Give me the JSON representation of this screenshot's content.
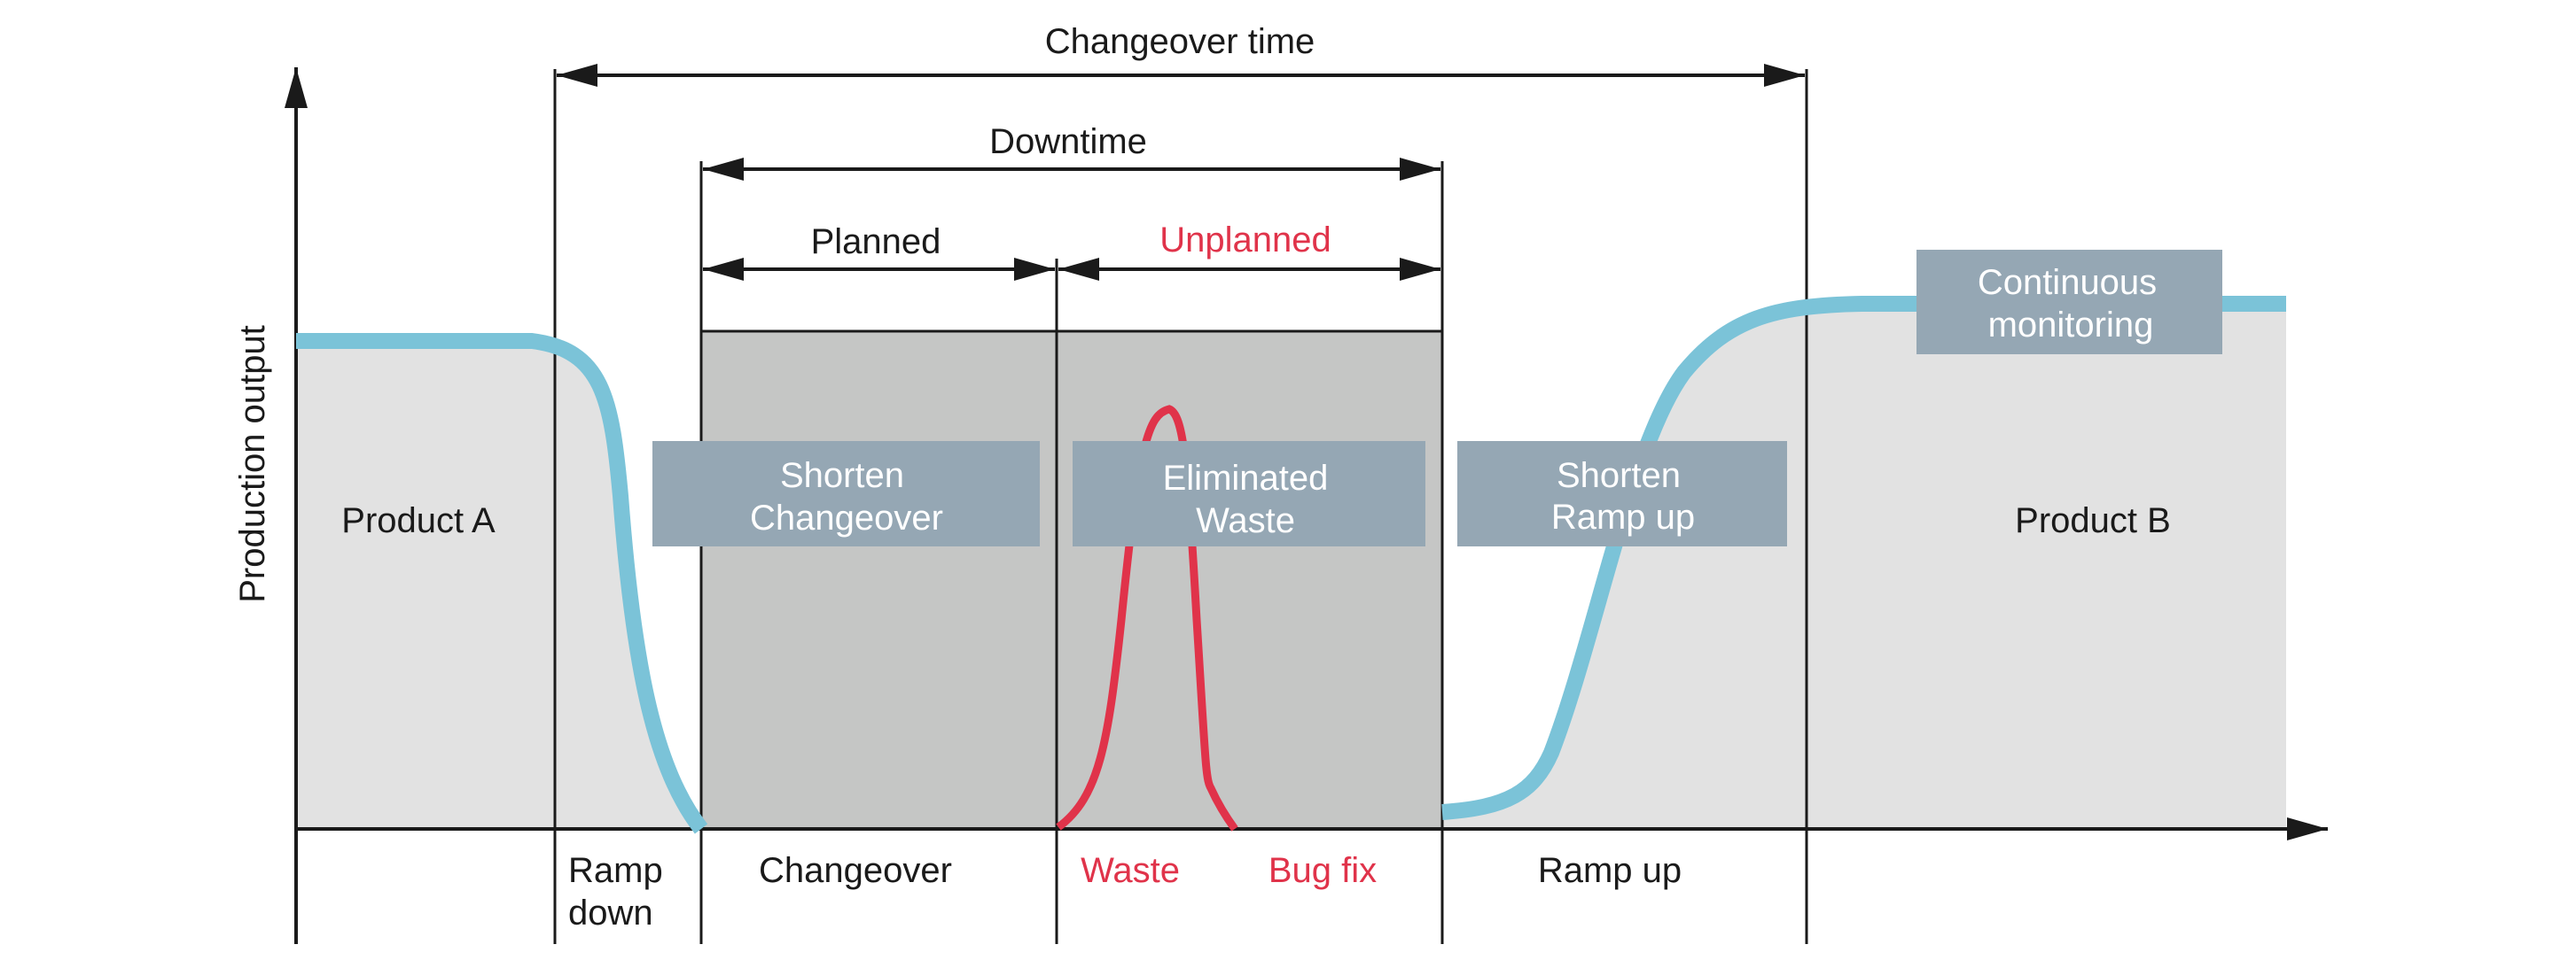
{
  "colors": {
    "curve": "#7bc3d8",
    "waste": "#e0334a",
    "box": "#95a7b4",
    "downtime_fill": "#c5c6c5",
    "product_fill": "#e2e2e2"
  },
  "axis": {
    "y_label": "Production output"
  },
  "spans": {
    "changeover_time": "Changeover time",
    "downtime": "Downtime",
    "planned": "Planned",
    "unplanned": "Unplanned"
  },
  "regions": {
    "product_a": "Product A",
    "product_b": "Product B"
  },
  "boxes": {
    "shorten_changeover": [
      "Shorten",
      "Changeover"
    ],
    "eliminated_waste": [
      "Eliminated",
      "Waste"
    ],
    "shorten_ramp_up": [
      "Shorten",
      "Ramp up"
    ],
    "continuous_monitoring": [
      "Continuous",
      "monitoring"
    ]
  },
  "phases": {
    "ramp_down": [
      "Ramp",
      "down"
    ],
    "changeover": "Changeover",
    "waste": "Waste",
    "bug_fix": "Bug fix",
    "ramp_up": "Ramp up"
  }
}
